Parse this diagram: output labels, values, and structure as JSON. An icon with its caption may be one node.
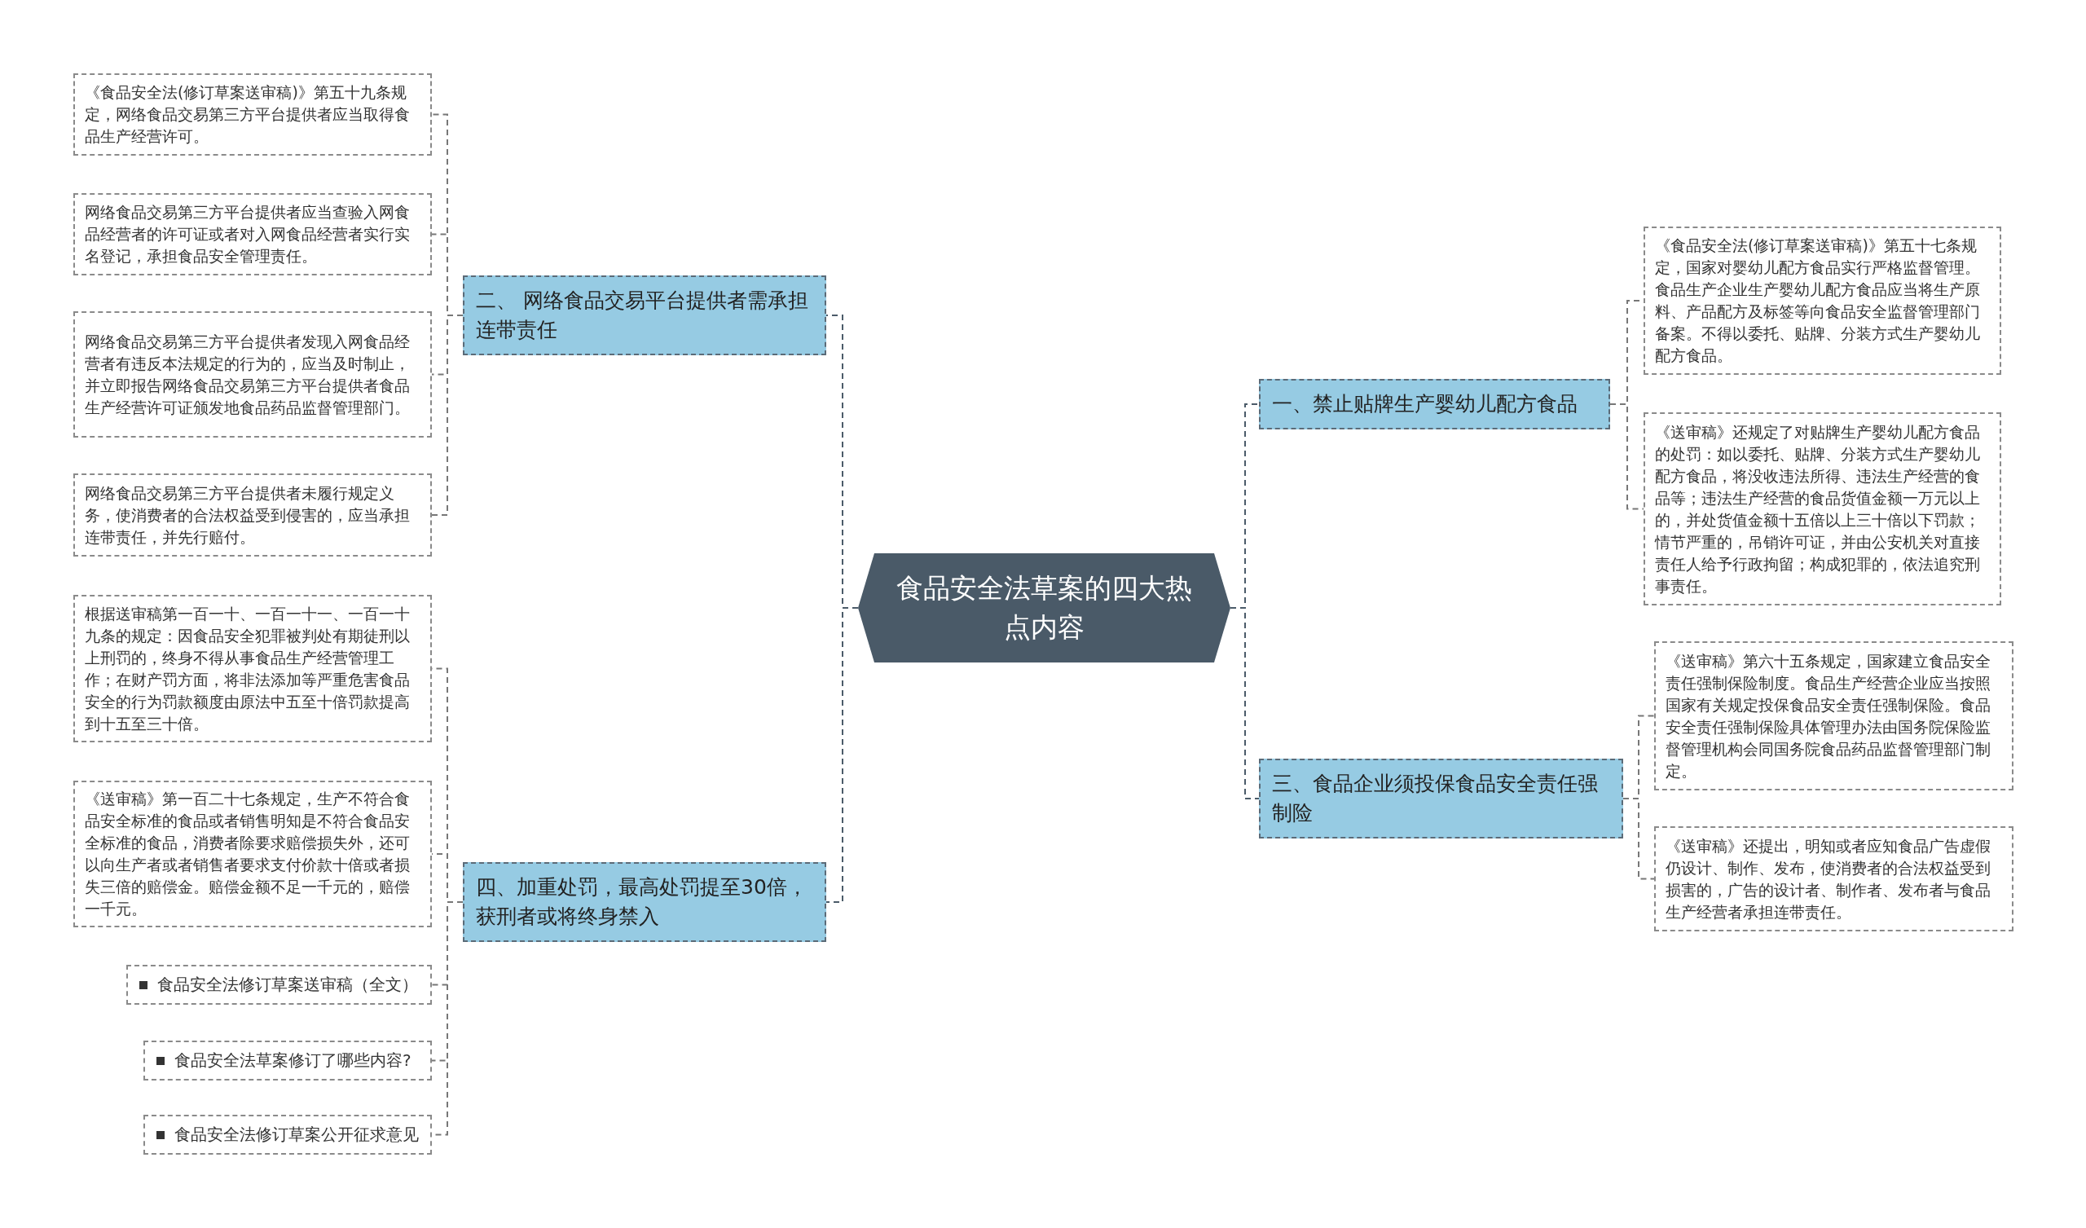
{
  "diagram": {
    "nodes": [
      {
        "text": [
          "食品安全法草案的四大热点内容"
        ]
      },
      {
        "text": [
          "二、 网络食品交易平台提供者需承担连带责任"
        ]
      },
      {
        "text": [
          "《食品安全法(修订草案送审稿)》第五十九条规定，网络食品交易第三方平台提供者应当取得食品生产经营许可。"
        ]
      },
      {
        "text": [
          "网络食品交易第三方平台提供者应当查验入网食品经营者的许可证或者对入网食品经营者实行实名登记，承担食品安全管理责任。"
        ]
      },
      {
        "text": [
          "网络食品交易第三方平台提供者发现入网食品经营者有违反本法规定的行为的，应当及时制止，并立即报告网络食品交易第三方平台提供者食品生产经营许可证颁发地食品药品监督管理部门。"
        ]
      },
      {
        "text": [
          "网络食品交易第三方平台提供者未履行规定义务，使消费者的合法权益受到侵害的，应当承担连带责任，并先行赔付。"
        ]
      },
      {
        "text": [
          "四、加重处罚，最高处罚提至30倍，获刑者或将终身禁入"
        ]
      },
      {
        "text": [
          "根据送审稿第一百一十、一百一十一、一百一十九条的规定：因食品安全犯罪被判处有期徒刑以上刑罚的，终身不得从事食品生产经营管理工作；在财产罚方面，将非法添加等严重危害食品安全的行为罚款额度由原法中五至十倍罚款提高到十五至三十倍。"
        ]
      },
      {
        "text": [
          "《送审稿》第一百二十七条规定，生产不符合食品安全标准的食品或者销售明知是不符合食品安全标准的食品，消费者除要求赔偿损失外，还可以向生产者或者销售者要求支付价款十倍或者损失三倍的赔偿金。赔偿金额不足一千元的，赔偿一千元。"
        ]
      },
      {
        "text": [
          "食品安全法修订草案送审稿（全文）"
        ]
      },
      {
        "text": [
          "食品安全法草案修订了哪些内容?"
        ]
      },
      {
        "text": [
          "食品安全法修订草案公开征求意见"
        ]
      },
      {
        "text": [
          "一、禁止贴牌生产婴幼儿配方食品"
        ]
      },
      {
        "text": [
          "《食品安全法(修订草案送审稿)》第五十七条规定，国家对婴幼儿配方食品实行严格监督管理。食品生产企业生产婴幼儿配方食品应当将生产原料、产品配方及标签等向食品安全监督管理部门备案。不得以委托、贴牌、分装方式生产婴幼儿配方食品。"
        ]
      },
      {
        "text": [
          "《送审稿》还规定了对贴牌生产婴幼儿配方食品的处罚：如以委托、贴牌、分装方式生产婴幼儿配方食品，将没收违法所得、违法生产经营的食品等；违法生产经营的食品货值金额一万元以上的，并处货值金额十五倍以上三十倍以下罚款；情节严重的，吊销许可证，并由公安机关对直接责任人给予行政拘留；构成犯罪的，依法追究刑事责任。"
        ]
      },
      {
        "text": [
          "三、食品企业须投保食品安全责任强制险"
        ]
      },
      {
        "text": [
          "《送审稿》第六十五条规定，国家建立食品安全责任强制保险制度。食品生产经营企业应当按照国家有关规定投保食品安全责任强制保险。食品安全责任强制保险具体管理办法由国务院保险监督管理机构会同国务院食品药品监督管理部门制定。"
        ]
      },
      {
        "text": [
          "《送审稿》还提出，明知或者应知食品广告虚假仍设计、制作、发布，使消费者的合法权益受到损害的，广告的设计者、制作者、发布者与食品生产经营者承担连带责任。"
        ]
      }
    ],
    "edges": [
      {
        "from": 0,
        "to": 1,
        "arrow": "none",
        "style": "dashed",
        "color": "#4b5b69"
      },
      {
        "from": 1,
        "to": 2,
        "arrow": "none",
        "style": "dashed"
      },
      {
        "from": 1,
        "to": 3,
        "arrow": "none",
        "style": "dashed"
      },
      {
        "from": 1,
        "to": 4,
        "arrow": "none",
        "style": "dashed"
      },
      {
        "from": 1,
        "to": 5,
        "arrow": "none",
        "style": "dashed"
      },
      {
        "from": 0,
        "to": 6,
        "arrow": "none",
        "style": "dashed",
        "color": "#4b5b69"
      },
      {
        "from": 6,
        "to": 7,
        "arrow": "none",
        "style": "dashed"
      },
      {
        "from": 6,
        "to": 8,
        "arrow": "none",
        "style": "dashed"
      },
      {
        "from": 6,
        "to": 9,
        "arrow": "none",
        "style": "dashed"
      },
      {
        "from": 6,
        "to": 10,
        "arrow": "none",
        "style": "dashed"
      },
      {
        "from": 6,
        "to": 11,
        "arrow": "none",
        "style": "dashed"
      },
      {
        "from": 0,
        "to": 12,
        "arrow": "none",
        "style": "dashed",
        "color": "#4b5b69"
      },
      {
        "from": 12,
        "to": 13,
        "arrow": "none",
        "style": "dashed"
      },
      {
        "from": 12,
        "to": 14,
        "arrow": "none",
        "style": "dashed"
      },
      {
        "from": 0,
        "to": 15,
        "arrow": "none",
        "style": "dashed",
        "color": "#4b5b69"
      },
      {
        "from": 15,
        "to": 16,
        "arrow": "none",
        "style": "dashed"
      },
      {
        "from": 15,
        "to": 17,
        "arrow": "none",
        "style": "dashed"
      }
    ]
  }
}
